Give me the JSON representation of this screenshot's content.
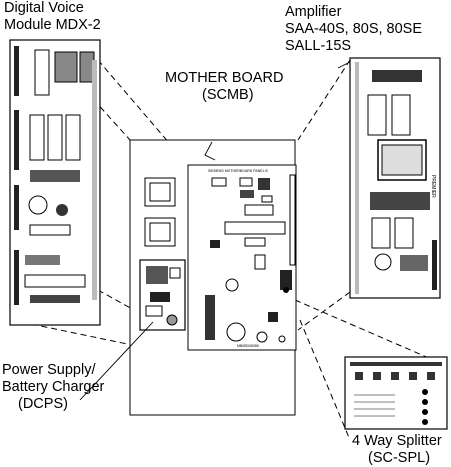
{
  "labels": {
    "dvm": [
      "Digital Voice",
      "Module MDX-2"
    ],
    "amp": [
      "Amplifier",
      "SAA-40S, 80S, 80SE",
      "SALL-15S"
    ],
    "mother": [
      "MOTHER BOARD",
      "(SCMB)"
    ],
    "psu": [
      "Power Supply/",
      "Battery Charger",
      "(DCPS)"
    ],
    "splitter": [
      "4 Way Splitter",
      "(SC-SPL)"
    ]
  },
  "board_text": {
    "mother_id": "MB0BD08086",
    "mother_top": "SIEMENS MOTHERBOARD PANEL B",
    "amp_side": "PREMIER"
  }
}
